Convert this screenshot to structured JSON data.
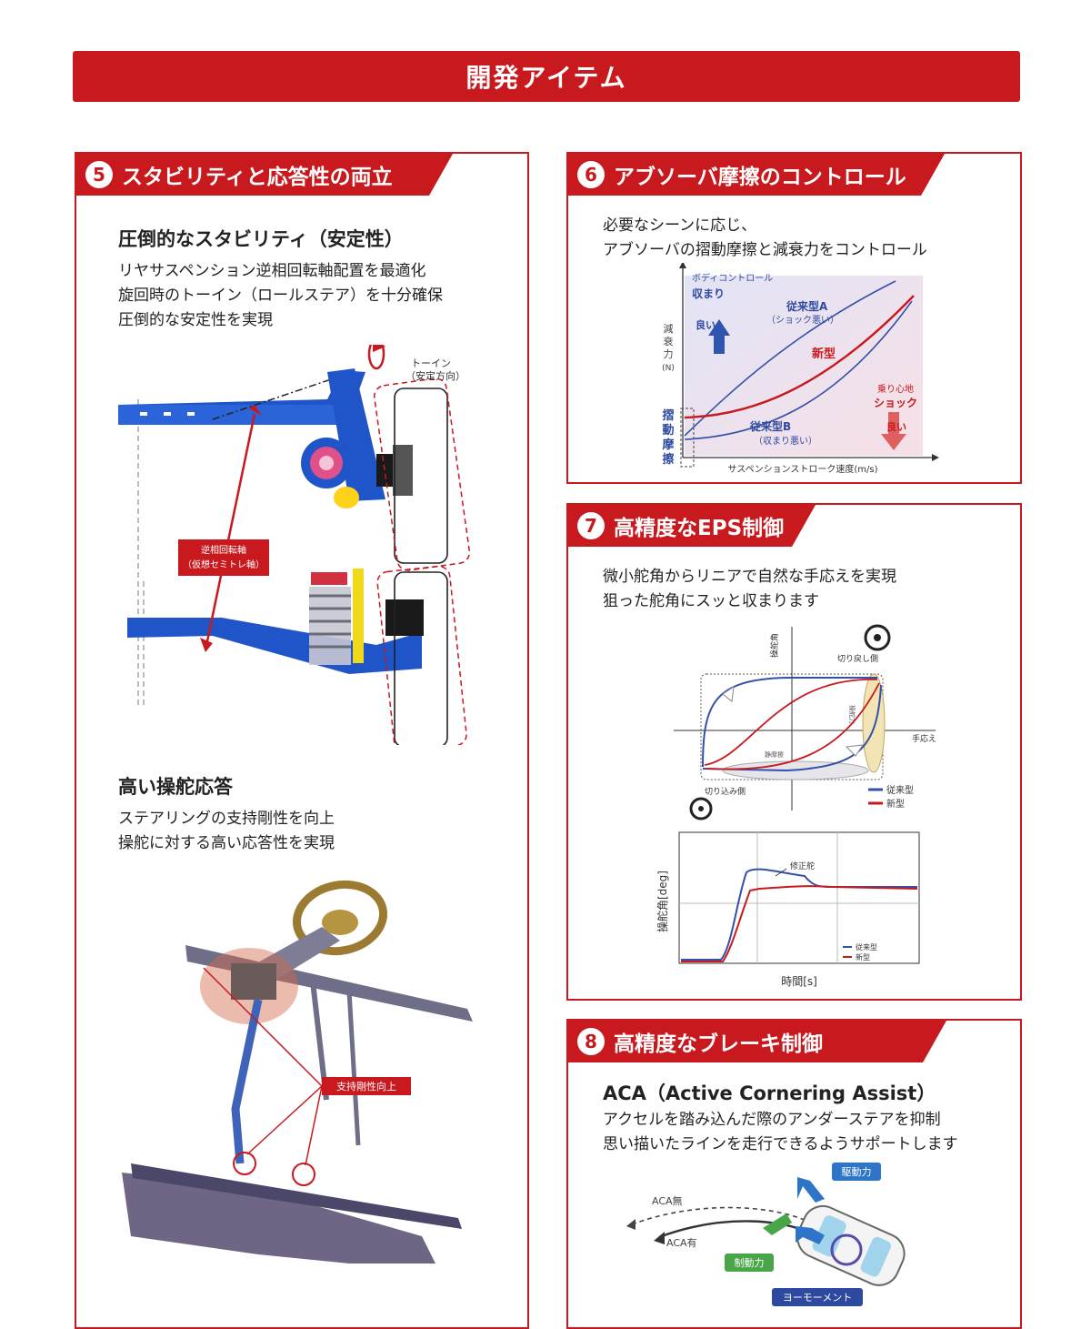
{
  "banner": {
    "title": "開発アイテム"
  },
  "s5": {
    "num": "5",
    "title": "スタビリティと応答性の両立",
    "h1": "圧倒的なスタビリティ（安定性）",
    "d1": [
      "リヤサスペンション逆相回転軸配置を最適化",
      "旋回時のトーイン（ロールステア）を十分確保",
      "圧倒的な安定性を実現"
    ],
    "fig1": {
      "toe_in": "トーイン",
      "toe_in_sub": "（安定方向）",
      "axis1": "逆相回転軸",
      "axis2": "（仮想セミトレ軸）"
    },
    "h2": "高い操舵応答",
    "d2": [
      "ステアリングの支持剛性を向上",
      "操舵に対する高い応答性を実現"
    ],
    "fig2": {
      "label": "支持剛性向上"
    }
  },
  "s6": {
    "num": "6",
    "title": "アブソーバ摩擦のコントロール",
    "d": [
      "必要なシーンに応じ、",
      "アブソーバの摺動摩擦と減衰力をコントロール"
    ],
    "chart": {
      "body_ctrl": "ボディコントロール",
      "settle": "収まり",
      "good": "良い",
      "typeA": "従来型A",
      "typeA_sub": "（ショック悪い）",
      "new": "新型",
      "typeB": "従来型B",
      "typeB_sub": "（収まり悪い）",
      "ride": "乗り心地",
      "shock": "ショック",
      "good2": "良い",
      "ylabel": [
        "減",
        "衰",
        "力",
        "(N)"
      ],
      "friction": [
        "摺",
        "動",
        "摩",
        "擦"
      ],
      "xlabel": "サスペンションストローク速度(m/s)"
    }
  },
  "s7": {
    "num": "7",
    "title": "高精度なEPS制御",
    "d": [
      "微小舵角からリニアで自然な手応えを実現",
      "狙った舵角にスッと収まります"
    ],
    "chart1": {
      "yaxis": "操舵角",
      "xaxis": "手応え",
      "return": "切り戻し側",
      "turn_in": "切り込み側",
      "legend_old": "従来型",
      "legend_new": "新型",
      "c1": "静摩擦",
      "c2": "操舵力"
    },
    "chart2": {
      "ylabel": "操舵角[deg]",
      "xlabel": "時間[s]",
      "corr": "修正舵",
      "legend_old": "従来型",
      "legend_new": "新型"
    }
  },
  "s8": {
    "num": "8",
    "title": "高精度なブレーキ制御",
    "h": "ACA（Active Cornering Assist）",
    "d": [
      "アクセルを踏み込んだ際のアンダーステアを抑制",
      "思い描いたラインを走行できるようサポートします"
    ],
    "fig": {
      "aca_off": "ACA無",
      "aca_on": "ACA有",
      "drive": "駆動力",
      "brake": "制動力",
      "yaw": "ヨーモーメント"
    }
  },
  "colors": {
    "accent": "#c8191e",
    "old": "#2b3f8f",
    "new": "#c8191e"
  }
}
